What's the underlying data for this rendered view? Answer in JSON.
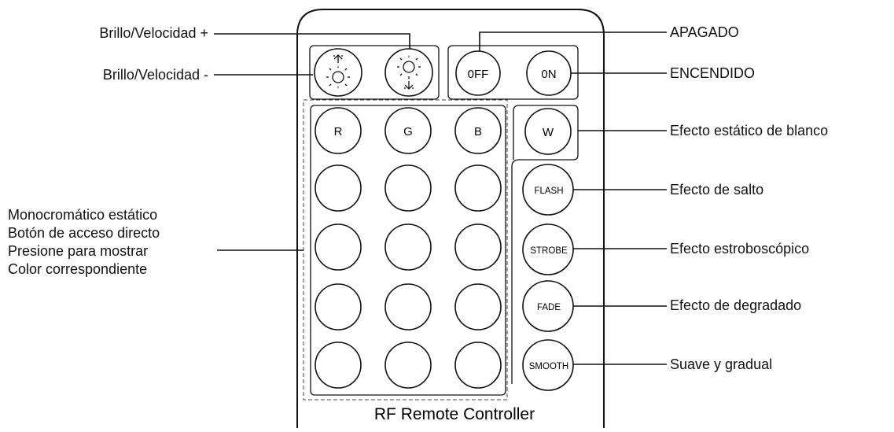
{
  "remote": {
    "footer": "RF Remote Controller",
    "buttons": {
      "off": "0FF",
      "on": "0N",
      "red": "R",
      "green": "G",
      "blue": "B",
      "white": "W",
      "flash": "FLASH",
      "strobe": "STROBE",
      "fade": "FADE",
      "smooth": "SMOOTH"
    },
    "icons": {
      "brightness_down": "sun-arrow-down-icon",
      "brightness_up": "sun-arrow-up-icon"
    }
  },
  "labels": {
    "brightness_plus": "Brillo/Velocidad +",
    "brightness_minus": "Brillo/Velocidad -",
    "off": "APAGADO",
    "on": "ENCENDIDO",
    "white_static": "Efecto estático de blanco",
    "jump": "Efecto de salto",
    "strobe": "Efecto estroboscópico",
    "fade": "Efecto de degradado",
    "smooth": "Suave y gradual",
    "monochrome": [
      "Monocromático estático",
      "Botón de acceso directo",
      "Presione para mostrar",
      "Color correspondiente"
    ]
  }
}
